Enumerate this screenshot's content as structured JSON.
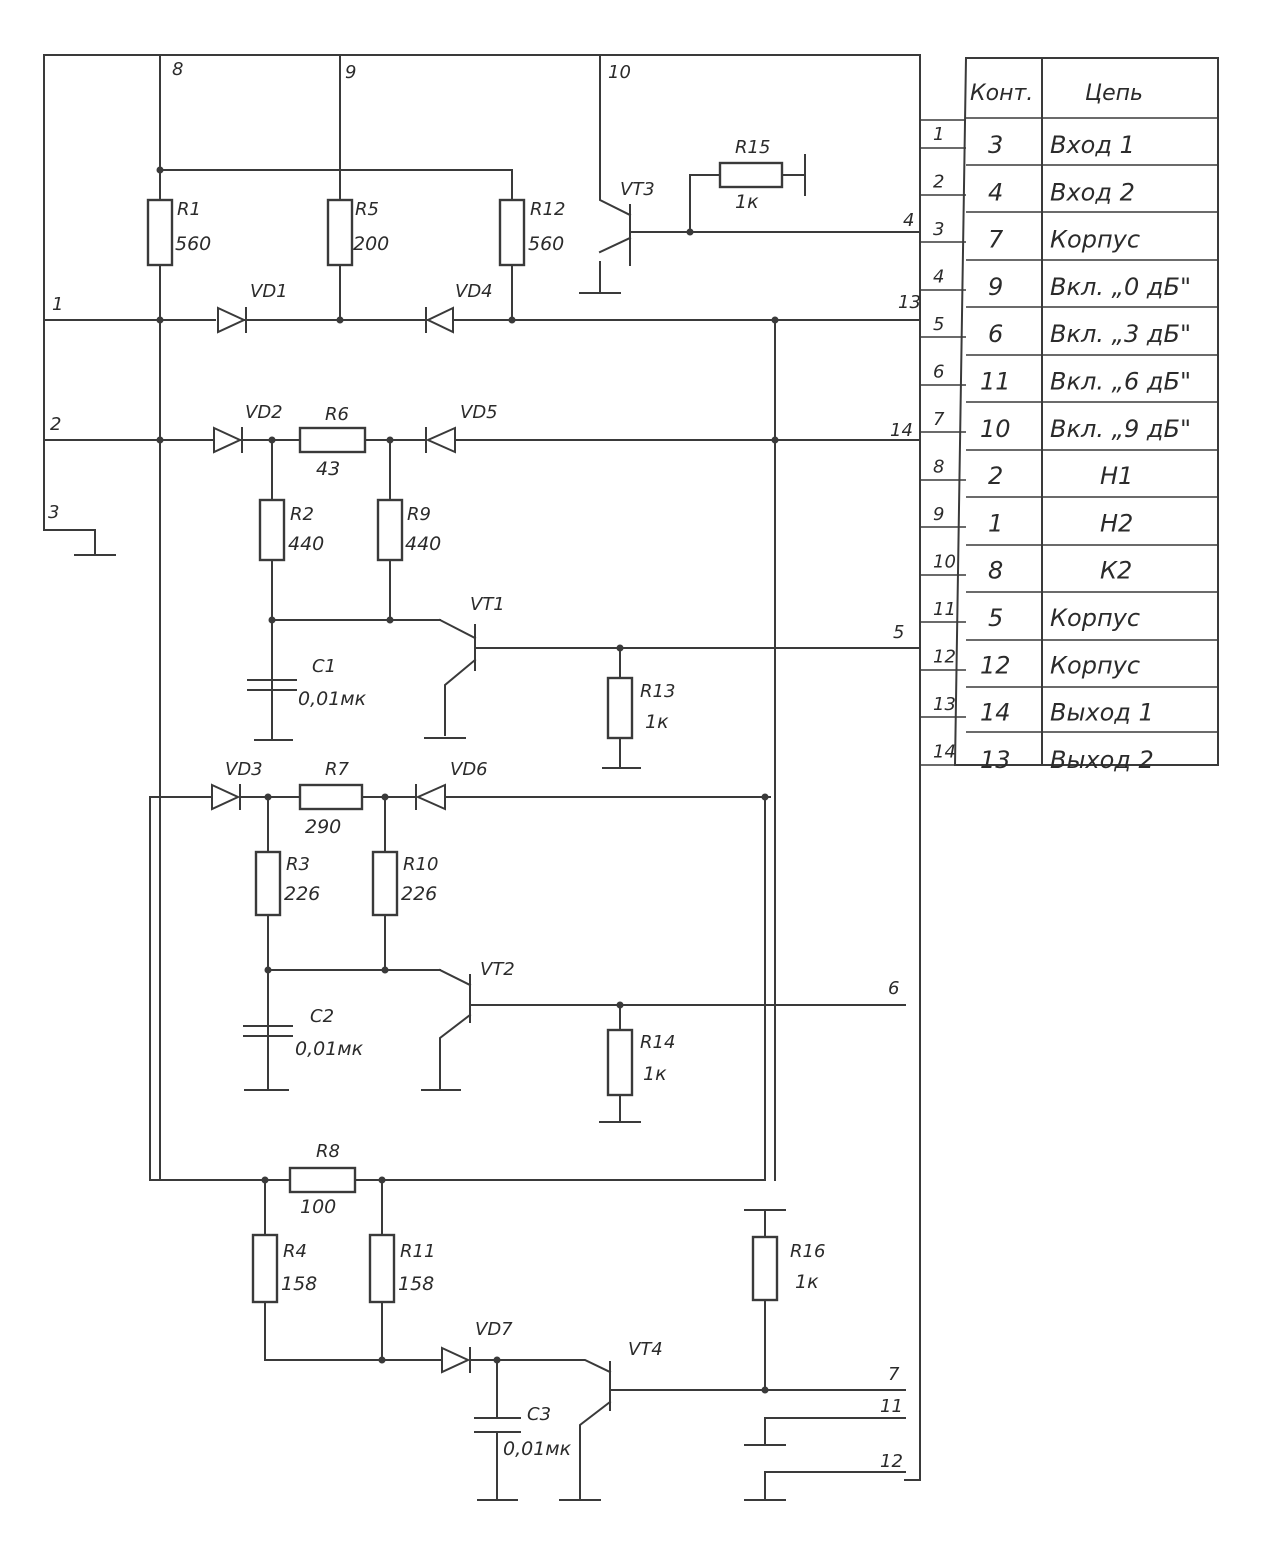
{
  "labels": {
    "in_8": "8",
    "in_9": "9",
    "in_10": "10",
    "in_1": "1",
    "in_2": "2",
    "in_3": "3",
    "out_4": "4",
    "out_13": "13",
    "out_14": "14",
    "out_5": "5",
    "out_6": "6",
    "out_7": "7",
    "out_11": "11",
    "out_12": "12"
  },
  "components": {
    "r1": {
      "name": "R1",
      "value": "560"
    },
    "r5": {
      "name": "R5",
      "value": "200"
    },
    "r12": {
      "name": "R12",
      "value": "560"
    },
    "r15": {
      "name": "R15",
      "value": "1к"
    },
    "r6": {
      "name": "R6",
      "value": "43"
    },
    "r2": {
      "name": "R2",
      "value": "440"
    },
    "r9": {
      "name": "R9",
      "value": "440"
    },
    "r13": {
      "name": "R13",
      "value": "1к"
    },
    "r7": {
      "name": "R7",
      "value": "290"
    },
    "r3": {
      "name": "R3",
      "value": "226"
    },
    "r10": {
      "name": "R10",
      "value": "226"
    },
    "r14": {
      "name": "R14",
      "value": "1к"
    },
    "r8": {
      "name": "R8",
      "value": "100"
    },
    "r4": {
      "name": "R4",
      "value": "158"
    },
    "r11": {
      "name": "R11",
      "value": "158"
    },
    "r16": {
      "name": "R16",
      "value": "1к"
    },
    "c1": {
      "name": "C1",
      "value": "0,01мк"
    },
    "c2": {
      "name": "C2",
      "value": "0,01мк"
    },
    "c3": {
      "name": "C3",
      "value": "0,01мк"
    },
    "vd1": "VD1",
    "vd2": "VD2",
    "vd3": "VD3",
    "vd4": "VD4",
    "vd5": "VD5",
    "vd6": "VD6",
    "vd7": "VD7",
    "vt1": "VT1",
    "vt2": "VT2",
    "vt3": "VT3",
    "vt4": "VT4"
  },
  "connector_pins": [
    "1",
    "2",
    "3",
    "4",
    "5",
    "6",
    "7",
    "8",
    "9",
    "10",
    "11",
    "12",
    "13",
    "14"
  ],
  "table": {
    "headers": [
      "Конт.",
      "Цепь"
    ],
    "rows": [
      [
        "3",
        "Вход 1"
      ],
      [
        "4",
        "Вход 2"
      ],
      [
        "7",
        "Корпус"
      ],
      [
        "9",
        "Вкл. „0 дБ\""
      ],
      [
        "6",
        "Вкл. „3 дБ\""
      ],
      [
        "11",
        "Вкл. „6 дБ\""
      ],
      [
        "10",
        "Вкл. „9 дБ\""
      ],
      [
        "2",
        "Н1"
      ],
      [
        "1",
        "Н2"
      ],
      [
        "8",
        "К2"
      ],
      [
        "5",
        "Корпус"
      ],
      [
        "12",
        "Корпус"
      ],
      [
        "14",
        "Выход 1"
      ],
      [
        "13",
        "Выход 2"
      ]
    ]
  }
}
